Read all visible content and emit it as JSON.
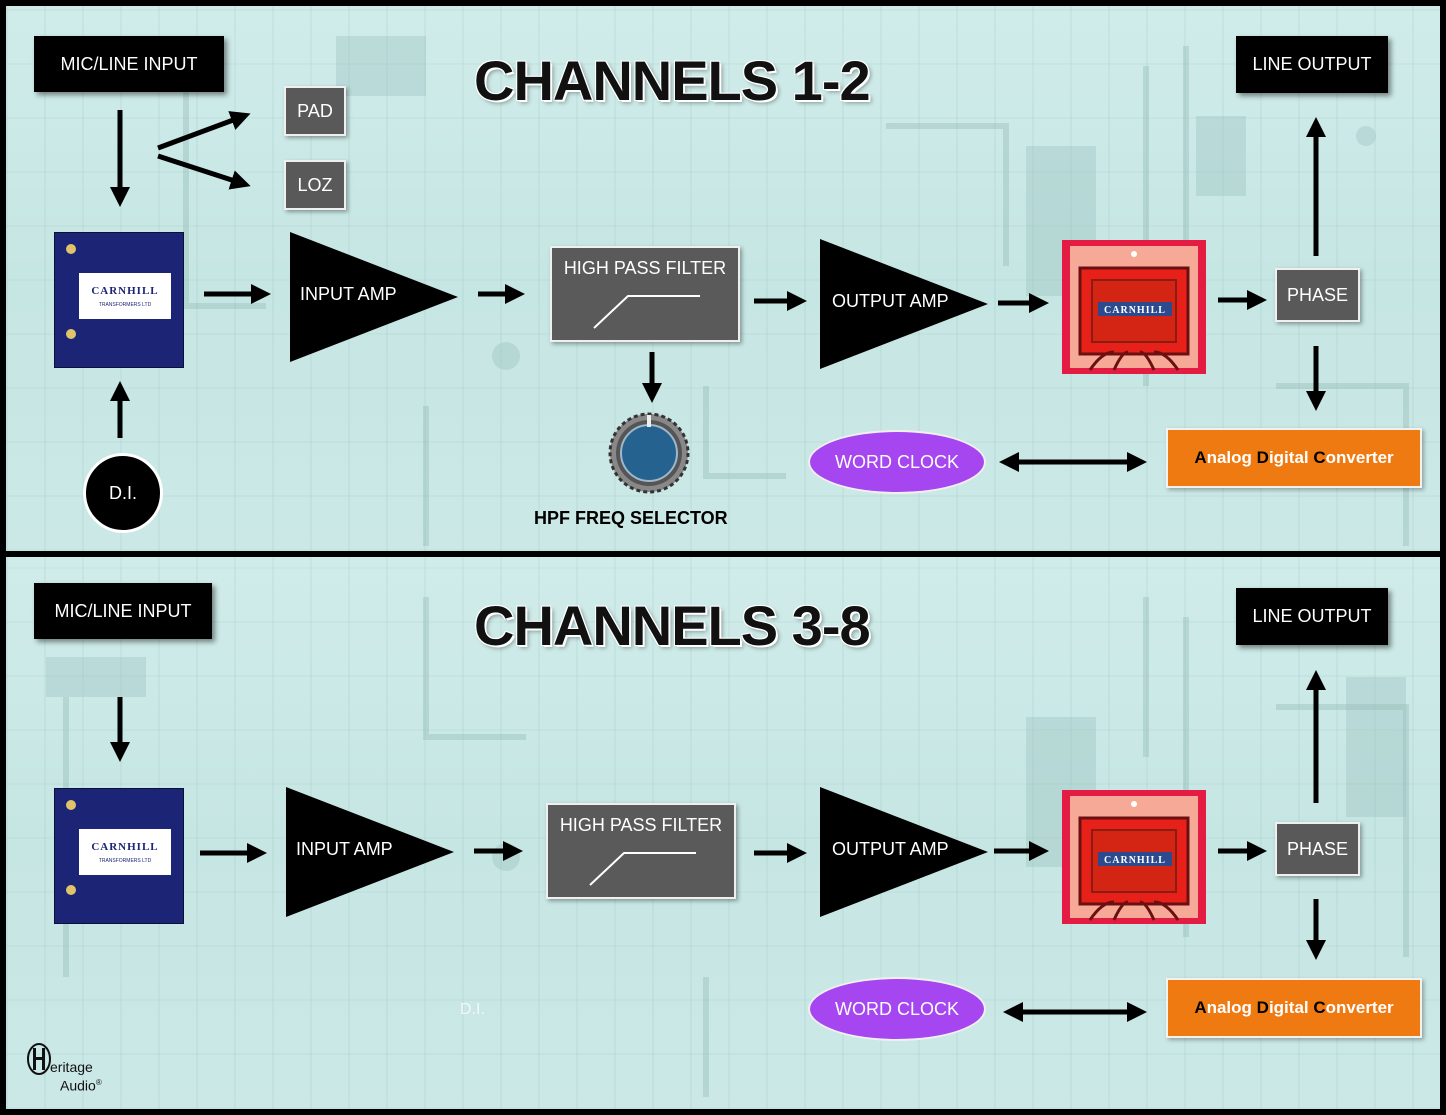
{
  "sections": [
    {
      "title": "CHANNELS 1-2",
      "mic_line_input": "MIC/LINE  INPUT",
      "pad": "PAD",
      "loz": "LOZ",
      "input_amp": "INPUT  AMP",
      "hpf": "HIGH PASS FILTER",
      "output_amp": "OUTPUT AMP",
      "phase": "PHASE",
      "line_output": "LINE  OUTPUT",
      "word_clock": "WORD CLOCK",
      "adc": {
        "a": "A",
        "a_rest": "nalog ",
        "d": "D",
        "d_rest": "igital ",
        "c": "C",
        "c_rest": "onverter"
      },
      "di": "D.I.",
      "hpf_selector": "HPF FREQ SELECTOR",
      "transformer_in_text_1": "CARNHILL",
      "transformer_in_text_2": "TRANSFORMERS LTD",
      "transformer_out_text": "CARNHILL"
    },
    {
      "title": "CHANNELS 3-8",
      "mic_line_input": "MIC/LINE  INPUT",
      "input_amp": "INPUT  AMP",
      "hpf": "HIGH PASS FILTER",
      "output_amp": "OUTPUT AMP",
      "phase": "PHASE",
      "line_output": "LINE  OUTPUT",
      "word_clock": "WORD CLOCK",
      "adc": {
        "a": "A",
        "a_rest": "nalog ",
        "d": "D",
        "d_rest": "igital ",
        "c": "C",
        "c_rest": "onverter"
      },
      "di": "D.I.",
      "transformer_in_text_1": "CARNHILL",
      "transformer_in_text_2": "TRANSFORMERS LTD",
      "transformer_out_text": "CARNHILL"
    }
  ],
  "logo": {
    "line1": "eritage",
    "line2": "Audio",
    "mark": "®"
  },
  "colors": {
    "adc": "#ef7a12",
    "word_clock": "#a646f0",
    "transformer_in": "#1c2475",
    "transformer_out": "#e41c44"
  }
}
